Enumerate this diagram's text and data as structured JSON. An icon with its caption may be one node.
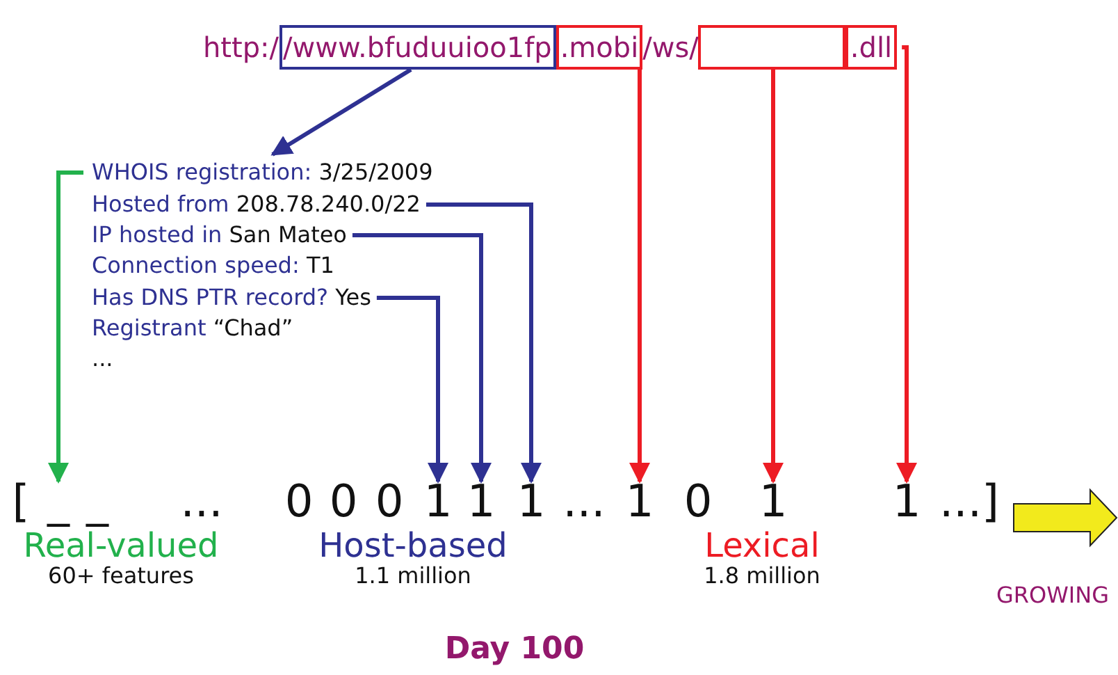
{
  "diagram": {
    "caption": "Day 100",
    "nodes": [
      {
        "text": [
          "/www.bfuduuioo1fp"
        ]
      },
      {
        "text": [
          ".mobi"
        ]
      },
      {
        "text": [],
        "shape": "box"
      },
      {
        "text": [
          ".dll"
        ]
      },
      {
        "text": [
          "WHOIS registration:",
          "3/25/2009"
        ]
      },
      {
        "text": [
          "Hosted from",
          "208.78.240.0/22"
        ]
      },
      {
        "text": [
          "IP hosted in",
          "San Mateo"
        ]
      },
      {
        "text": [
          "Connection speed:",
          "T1"
        ]
      },
      {
        "text": [
          "Has DNS PTR record?",
          "Yes"
        ]
      },
      {
        "text": [
          "Registrant",
          "“Chad”"
        ]
      },
      {
        "text": [
          "_"
        ]
      },
      {
        "text": [
          "1"
        ]
      },
      {
        "text": [
          "1"
        ]
      },
      {
        "text": [
          "1"
        ]
      },
      {
        "text": [
          "1"
        ]
      },
      {
        "text": [
          "1"
        ]
      },
      {
        "text": [
          "1"
        ]
      }
    ],
    "edges": [
      {
        "from": 0,
        "to": 4,
        "arrow": "to"
      },
      {
        "from": 4,
        "to": 10,
        "arrow": "to",
        "color": "#22b14c"
      },
      {
        "from": 8,
        "to": 11,
        "arrow": "to"
      },
      {
        "from": 6,
        "to": 12,
        "arrow": "to"
      },
      {
        "from": 5,
        "to": 13,
        "arrow": "to"
      },
      {
        "from": 1,
        "to": 14,
        "arrow": "to",
        "color": "#ed1c24"
      },
      {
        "from": 2,
        "to": 15,
        "arrow": "to",
        "color": "#ed1c24"
      },
      {
        "from": 3,
        "to": 16,
        "arrow": "to",
        "color": "#ed1c24"
      }
    ],
    "labels": [
      "http:/",
      "/ws/",
      "...",
      "[",
      "_",
      "...",
      "0",
      "0",
      "0",
      "...",
      "0",
      "...]",
      "Real-valued",
      "60+ features",
      "Host-based",
      "1.1 million",
      "Lexical",
      "1.8 million",
      "GROWING"
    ]
  }
}
